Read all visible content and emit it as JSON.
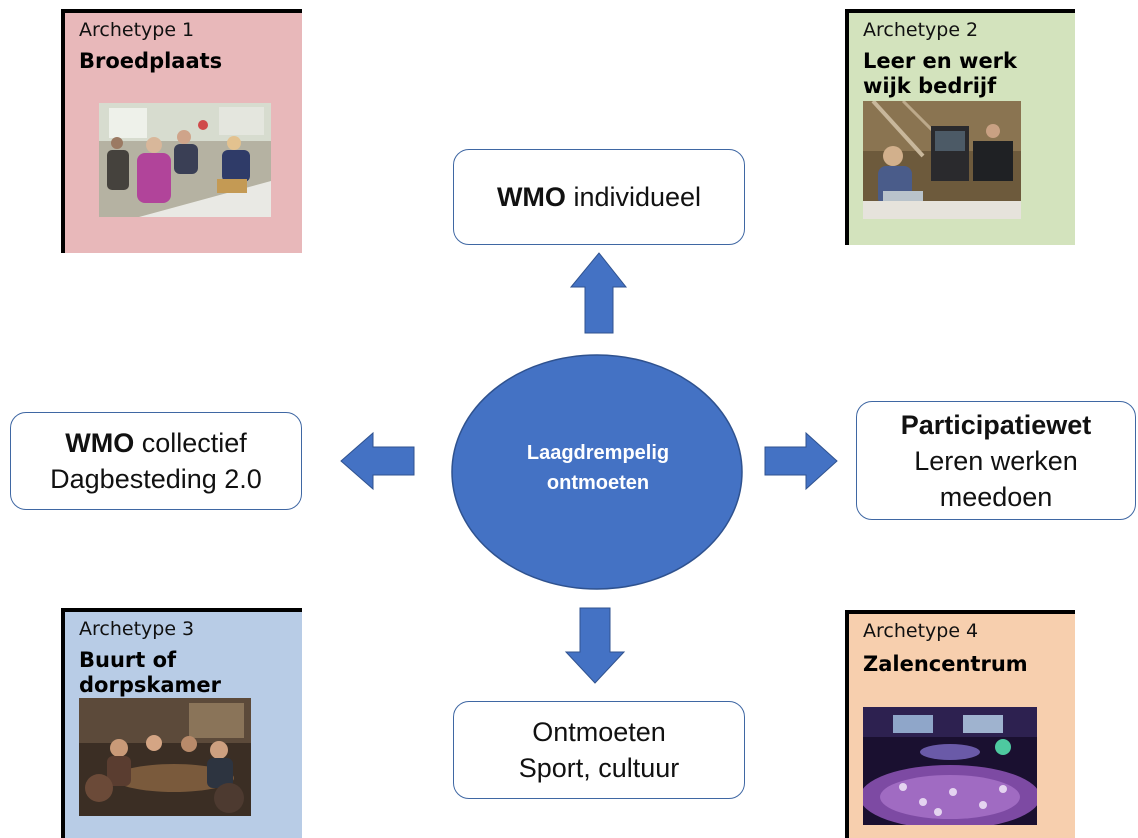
{
  "center": {
    "line1": "Laagdrempelig",
    "line2": "ontmoeten"
  },
  "boxes": {
    "top": {
      "bold": "WMO",
      "rest": " individueel"
    },
    "left": {
      "bold": "WMO",
      "rest": " collectief",
      "line2": "Dagbesteding 2.0"
    },
    "right": {
      "bold": "Participatiewet",
      "line2": "Leren werken",
      "line3": "meedoen"
    },
    "bottom": {
      "line1": "Ontmoeten",
      "line2": "Sport, cultuur"
    }
  },
  "archetypes": [
    {
      "label": "Archetype 1",
      "name_lines": [
        "Broedplaats"
      ],
      "bg": "#e8b8ba"
    },
    {
      "label": "Archetype 2",
      "name_lines": [
        "Leer en werk",
        "wijk bedrijf"
      ],
      "bg": "#d3e3bd"
    },
    {
      "label": "Archetype 3",
      "name_lines": [
        "Buurt of",
        "dorpskamer"
      ],
      "bg": "#b8cce6"
    },
    {
      "label": "Archetype 4",
      "name_lines": [
        "Zalencentrum"
      ],
      "bg": "#f7cfae"
    }
  ],
  "colors": {
    "accent": "#4472c4",
    "box_border": "#3f67a3"
  }
}
